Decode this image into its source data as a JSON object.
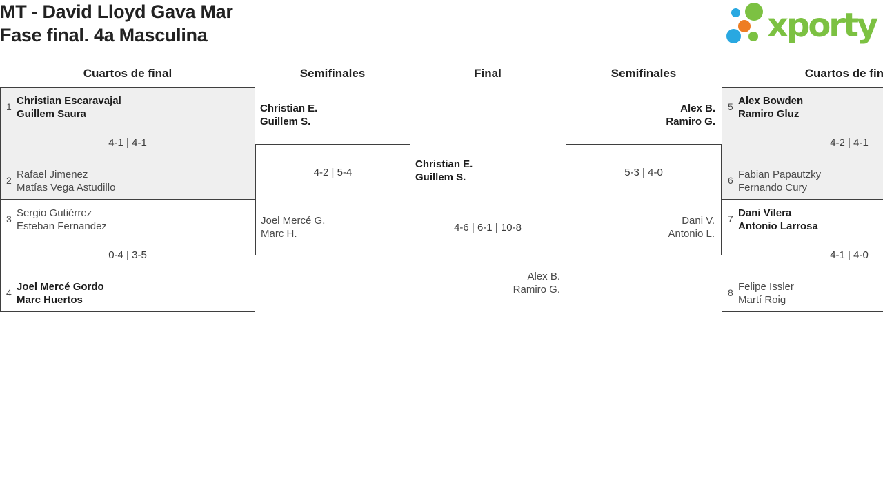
{
  "header": {
    "title_line1": "MT - David Lloyd Gava Mar",
    "title_line2": "Fase final. 4a Masculina"
  },
  "logo": {
    "text": "xporty",
    "brand_green": "#7CC142",
    "brand_blue": "#29A8E1",
    "brand_orange": "#EE7D23"
  },
  "colors": {
    "shaded_box_bg": "#EFEFEF",
    "box_border": "#3F3F3F",
    "winner_text": "#1D1D1D",
    "loser_text": "#4A4A4A"
  },
  "rounds": {
    "r1": "Cuartos de final",
    "r2": "Semifinales",
    "r3": "Final",
    "r4": "Semifinales",
    "r5": "Cuartos de final"
  },
  "matches": {
    "qf1": {
      "seed_a": "1",
      "team_a": [
        "Christian Escaravajal",
        "Guillem Saura"
      ],
      "score": "4-1 | 4-1",
      "seed_b": "2",
      "team_b": [
        "Rafael Jimenez",
        "Matías Vega Astudillo"
      ]
    },
    "qf2": {
      "seed_a": "3",
      "team_a": [
        "Sergio Gutiérrez",
        "Esteban Fernandez"
      ],
      "score": "0-4 | 3-5",
      "seed_b": "4",
      "team_b": [
        "Joel Mercé Gordo",
        "Marc Huertos"
      ]
    },
    "sf1": {
      "winner": [
        "Christian E.",
        "Guillem S."
      ],
      "score": "4-2 | 5-4",
      "loser": [
        "Joel Mercé G.",
        "Marc H."
      ]
    },
    "final": {
      "winner": [
        "Christian E.",
        "Guillem S."
      ],
      "score": "4-6 | 6-1 | 10-8",
      "loser": [
        "Alex B.",
        "Ramiro G."
      ]
    },
    "sf2": {
      "winner": [
        "Alex B.",
        "Ramiro G."
      ],
      "score": "5-3 | 4-0",
      "loser": [
        "Dani V.",
        "Antonio L."
      ]
    },
    "qf3": {
      "seed_a": "5",
      "team_a": [
        "Alex Bowden",
        "Ramiro Gluz"
      ],
      "score": "4-2 | 4-1",
      "seed_b": "6",
      "team_b": [
        "Fabian Papautzky",
        "Fernando Cury"
      ]
    },
    "qf4": {
      "seed_a": "7",
      "team_a": [
        "Dani Vilera",
        "Antonio Larrosa"
      ],
      "score": "4-1 | 4-0",
      "seed_b": "8",
      "team_b": [
        "Felipe Issler",
        "Martí Roig"
      ]
    }
  }
}
